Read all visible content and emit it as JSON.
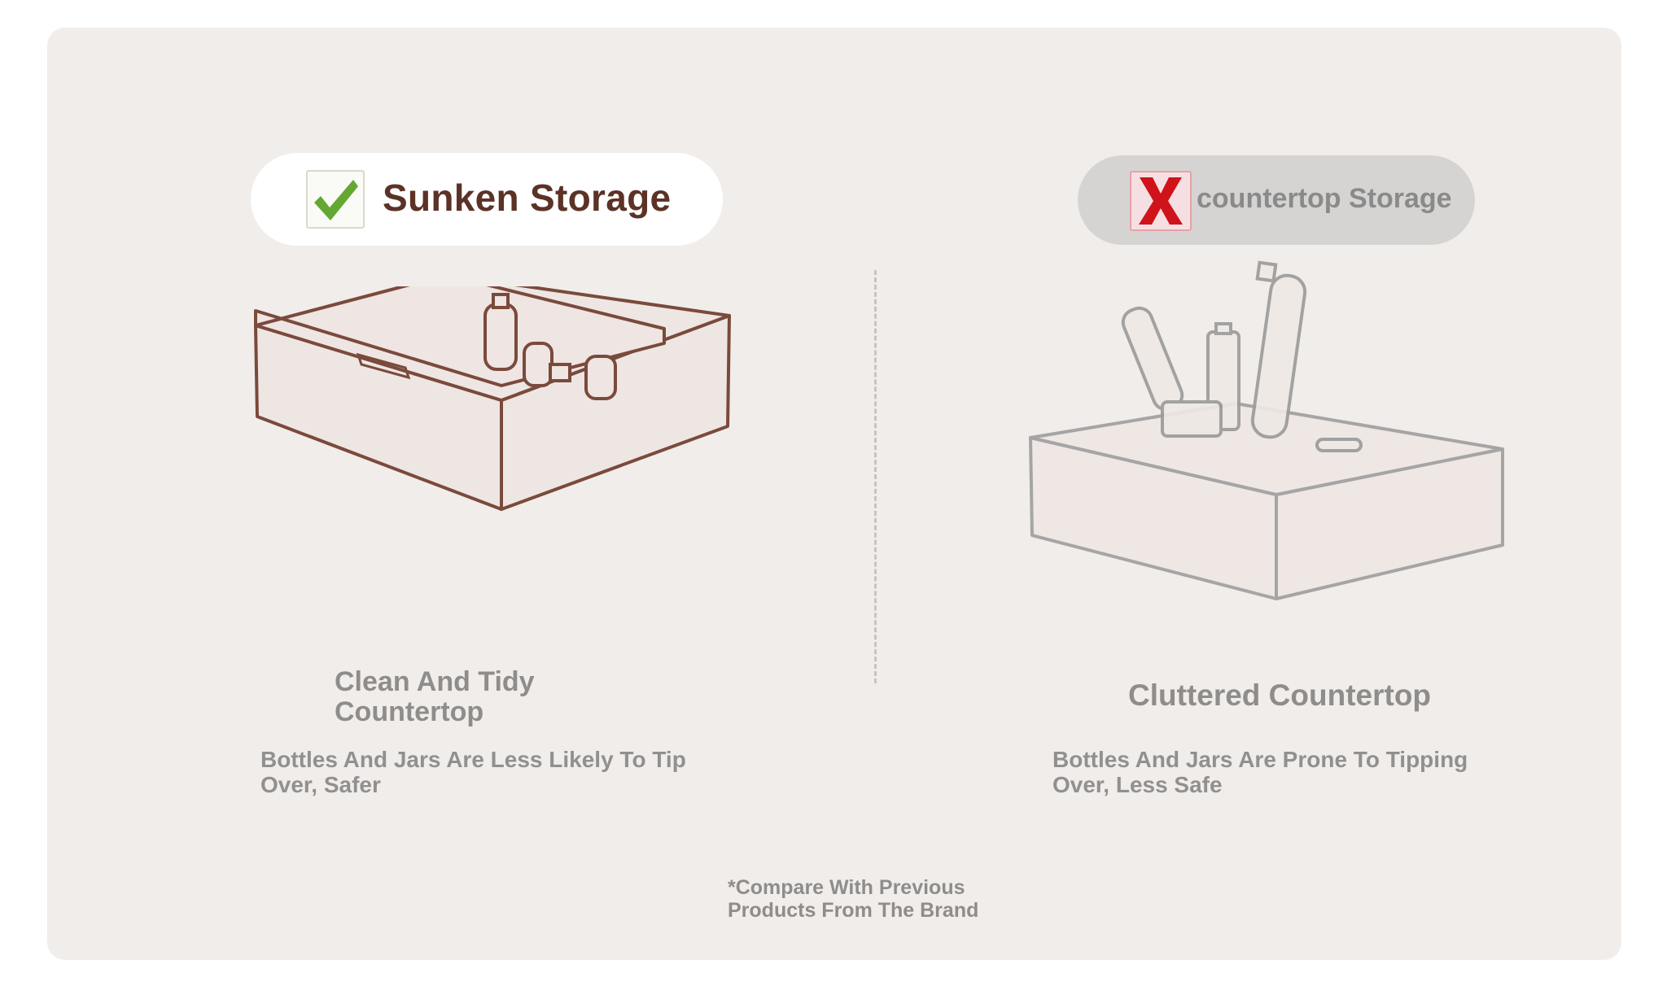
{
  "left_panel": {
    "badge_label": "Sunken Storage",
    "status_icon": "checkmark-icon",
    "status_color": "#62a832",
    "heading": "Clean And Tidy Countertop",
    "description": "Bottles And Jars Are Less Likely To Tip Over, Safer"
  },
  "right_panel": {
    "badge_label": "countertop Storage",
    "status_icon": "x-mark-icon",
    "status_color": "#d0121b",
    "heading": "Cluttered Countertop",
    "description": "Bottles And Jars Are Prone To Tipping Over, Less Safe"
  },
  "footnote": "*Compare With Previous Products From The Brand",
  "colors": {
    "card_background": "#f1edea",
    "brand_brown": "#5b3326",
    "line_brown": "#7a4a3c",
    "muted_text": "#8f8d8b"
  }
}
